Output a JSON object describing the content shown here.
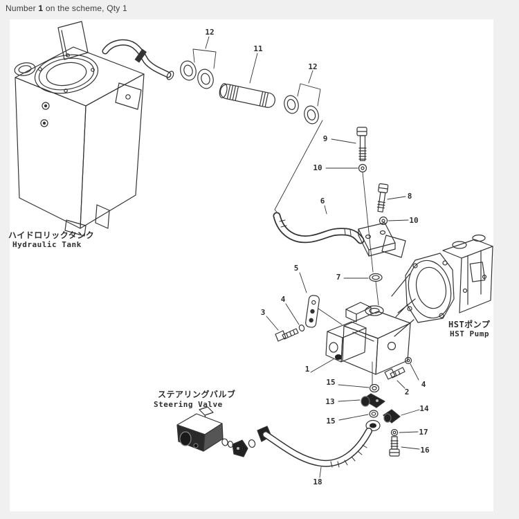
{
  "header": {
    "prefix": "Number ",
    "number": "1",
    "suffix": " on the scheme, Qty 1"
  },
  "colors": {
    "page_background": "#f0f0f0",
    "canvas": "#ffffff",
    "line": "#333333",
    "dark_part_fill": "#222222",
    "label_text": "#2e2e2e"
  },
  "component_labels": {
    "hydraulic_tank": {
      "jp": "ハイドロリックタンク",
      "en": "Hydraulic Tank"
    },
    "hst_pump": {
      "jp": "HSTポンプ",
      "en": "HST Pump"
    },
    "steering_valve": {
      "jp": "ステアリングバルブ",
      "en": "Steering Valve"
    }
  },
  "callouts": {
    "c1": "1",
    "c2": "2",
    "c3": "3",
    "c4a": "4",
    "c4b": "4",
    "c5": "5",
    "c6": "6",
    "c7": "7",
    "c8": "8",
    "c9": "9",
    "c10a": "10",
    "c10b": "10",
    "c11": "11",
    "c12a": "12",
    "c12b": "12",
    "c13": "13",
    "c14": "14",
    "c15a": "15",
    "c15b": "15",
    "c16": "16",
    "c17": "17",
    "c18": "18"
  }
}
